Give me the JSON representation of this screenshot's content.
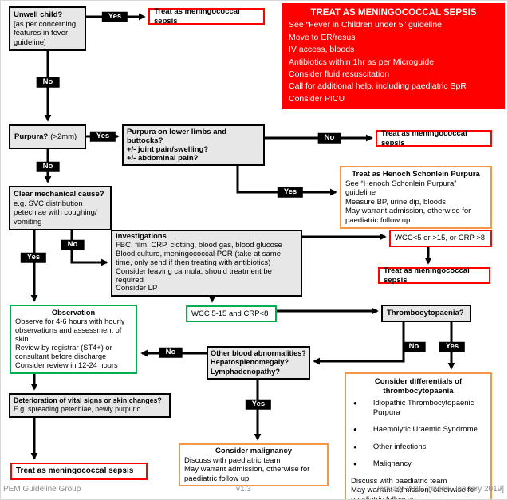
{
  "labels": {
    "yes": "Yes",
    "no": "No"
  },
  "icons": {
    "bullet": "●"
  },
  "colors": {
    "alert_red": "#FF0000",
    "warn_orange": "#F79646",
    "ok_green": "#00B050",
    "node_grey": "#E7E7E7",
    "edge_black": "#000000"
  },
  "nodes": {
    "unwell": {
      "title": "Unwell child?",
      "body": "[as per concerning features in fever guideline]"
    },
    "sepsis_top": {
      "text": "Treat as meningococcal sepsis"
    },
    "big_red": {
      "title": "TREAT AS MENINGOCOCCAL SEPSIS",
      "lines": [
        "See “Fever in Children under 5” guideline",
        "Move to ER/resus",
        "IV access, bloods",
        "Antibiotics within 1hr as per Microguide",
        "Consider fluid resuscitation",
        "Call for additional help, including paediatric SpR",
        "Consider PICU"
      ]
    },
    "purpura": {
      "title": "Purpura?",
      "suffix": "(>2mm)"
    },
    "purpura_limbs": {
      "lines": [
        "Purpura on lower limbs and buttocks?",
        "+/- joint pain/swelling?",
        "+/- abdominal pain?"
      ]
    },
    "sepsis_right": {
      "text": "Treat as meningococcal sepsis"
    },
    "henoch": {
      "title": "Treat as Henoch Schonlein Purpura",
      "lines": [
        "See “Henoch Schonlein Purpura” guideline",
        "Measure BP, urine dip, bloods",
        "May warrant admission, otherwise for paediatric follow up"
      ]
    },
    "clear_mech": {
      "title": "Clear mechanical cause?",
      "body": "e.g. SVC distribution petechiae with coughing/ vomiting"
    },
    "investigations": {
      "title": "Investigations",
      "lines": [
        "FBC, film, CRP, clotting, blood gas, blood glucose",
        "Blood culture, meningococcal PCR (take at same time, only send if then treating with antibiotics)",
        "Consider leaving cannula, should treatment be required",
        "Consider LP"
      ]
    },
    "wcc_abnormal": {
      "text": "WCC<5 or >15, or CRP >8"
    },
    "sepsis_mid": {
      "text": "Treat as meningococcal sepsis"
    },
    "wcc_normal": {
      "text": "WCC 5-15 and CRP<8"
    },
    "observation": {
      "title": "Observation",
      "lines": [
        "Observe for 4-6 hours with hourly observations and assessment of skin",
        "Review by registrar (ST4+) or consultant before discharge",
        "Consider review in 12-24 hours"
      ]
    },
    "thrombo": {
      "text": "Thrombocytopaenia?"
    },
    "other_blood": {
      "lines": [
        "Other blood abnormalities?",
        "Hepatosplenomegaly?",
        "Lymphadenopathy?"
      ]
    },
    "differentials": {
      "title": "Consider differentials of thrombocytopaenia",
      "bullets": [
        "Idiopathic Thrombocytopaenic Purpura",
        "Haemolytic Uraemic Syndrome",
        "Other infections",
        "Malignancy"
      ],
      "lines": [
        "Discuss with paediatric team",
        "May warrant admission, otherwise for paediatric follow up"
      ]
    },
    "deterioration": {
      "title": "Deterioration of vital signs or skin changes?",
      "body": "E.g. spreading petechiae, newly purpuric"
    },
    "malignancy": {
      "title": "Consider malignancy",
      "lines": [
        "Discuss with paediatric team",
        "May warrant admission, otherwise for paediatric follow up"
      ]
    },
    "sepsis_bottom": {
      "text": "Treat as meningococcal sepsis"
    }
  },
  "footer": {
    "left": "PEM Guideline Group",
    "center": "v1.3",
    "right": "January 2019 [review January 2019]"
  }
}
